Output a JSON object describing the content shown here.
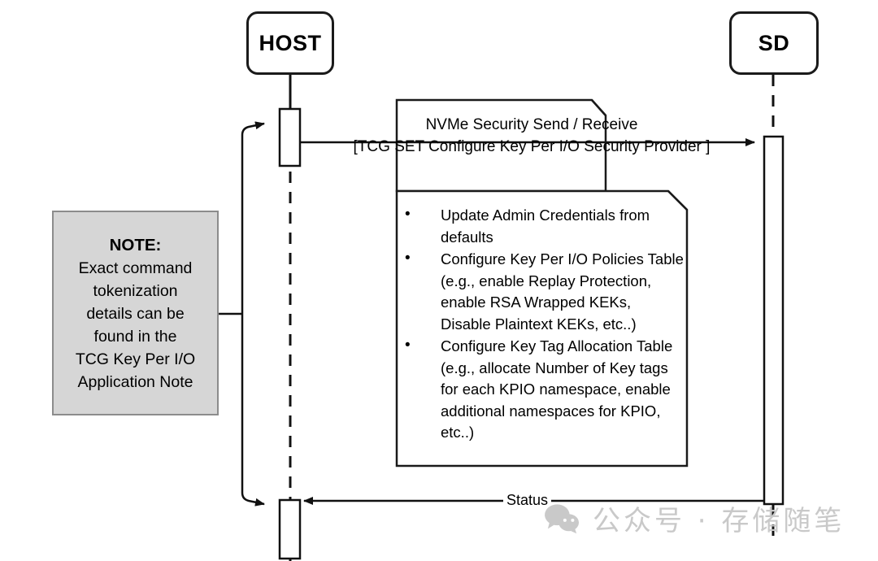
{
  "diagram": {
    "type": "uml-sequence-diagram",
    "background": "#ffffff",
    "line_color": "#1a1a1a"
  },
  "lifelines": [
    {
      "id": "host",
      "label": "HOST"
    },
    {
      "id": "sd",
      "label": "SD"
    }
  ],
  "side_note": {
    "title": "NOTE:",
    "body": "Exact command\ntokenization\ndetails can be\nfound in the\nTCG Key Per I/O\nApplication Note",
    "fill": "#d6d6d6",
    "border": "#8c8c8c"
  },
  "message_note": {
    "header": "NVMe Security Send / Receive\n[TCG SET Configure Key Per I/O Security Provider ]",
    "header_line1": "NVMe Security Send / Receive",
    "header_line2": "[TCG SET Configure Key Per I/O Security Provider ]",
    "bullets": [
      "Update Admin Credentials from defaults",
      "Configure Key Per I/O Policies Table (e.g., enable Replay Protection, enable RSA Wrapped KEKs, Disable Plaintext KEKs, etc..)",
      "Configure Key Tag Allocation Table (e.g., allocate Number of Key tags for each KPIO namespace, enable additional namespaces for KPIO, etc..)"
    ]
  },
  "messages": [
    {
      "id": "request",
      "label": "",
      "from": "host",
      "to": "sd",
      "direction": "right"
    },
    {
      "id": "response",
      "label": "Status",
      "from": "sd",
      "to": "host",
      "direction": "left"
    }
  ],
  "watermark": {
    "text": "公众号 · 存储随笔",
    "logo": "wechat-logo",
    "color": "#c9c9c9"
  }
}
